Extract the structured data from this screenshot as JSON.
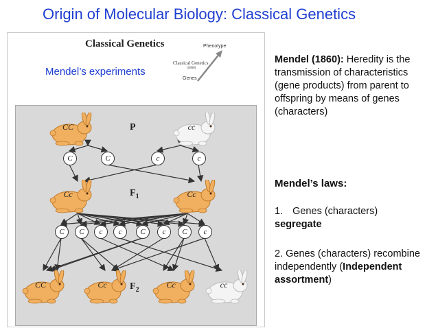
{
  "slide": {
    "title": "Origin of Molecular Biology: Classical Genetics"
  },
  "figure": {
    "heading": "Classical Genetics",
    "caption": "Mendel’s experiments",
    "mini": {
      "top": "Phenotype",
      "middle": "Classical Genetics",
      "year": "(1860)",
      "bottom": "Genes"
    },
    "generations": {
      "p": "P",
      "f": "F",
      "f1_sub": "1",
      "f2_sub": "2"
    },
    "p_rabbits": [
      {
        "genotype": "CC",
        "color": "#f0b060"
      },
      {
        "genotype": "cc",
        "color": "#f4f4f4"
      }
    ],
    "p_gametes": [
      "C",
      "C",
      "c",
      "c"
    ],
    "f1_rabbits": [
      {
        "genotype": "Cc",
        "color": "#f0b060"
      },
      {
        "genotype": "Cc",
        "color": "#f0b060"
      }
    ],
    "f1_gametes": [
      "C",
      "C",
      "c",
      "c",
      "C",
      "c",
      "C",
      "c"
    ],
    "f2_rabbits": [
      {
        "genotype": "CC",
        "color": "#f0b060"
      },
      {
        "genotype": "Cc",
        "color": "#f0b060"
      },
      {
        "genotype": "Cc",
        "color": "#f0b060"
      },
      {
        "genotype": "cc",
        "color": "#f4f4f4"
      }
    ]
  },
  "text": {
    "definition_bold": "Mendel (1860):",
    "definition_rest": " Heredity is the transmission of characteristics (gene products) from parent to offspring by means of genes (characters)",
    "laws_heading": "Mendel’s laws:",
    "law1_number": "1.",
    "law1_text": "Genes (characters)",
    "law1_bold": "segregate",
    "law2_text": "2. Genes (characters) recombine independently (",
    "law2_bold": "Independent assortment",
    "law2_close": ")"
  },
  "colors": {
    "title": "#1f3fd0",
    "caption": "#1f3fd0",
    "panel": "#d9d9d9",
    "dominant_fur": "#f0b060",
    "recessive_fur": "#f4f4f4"
  }
}
